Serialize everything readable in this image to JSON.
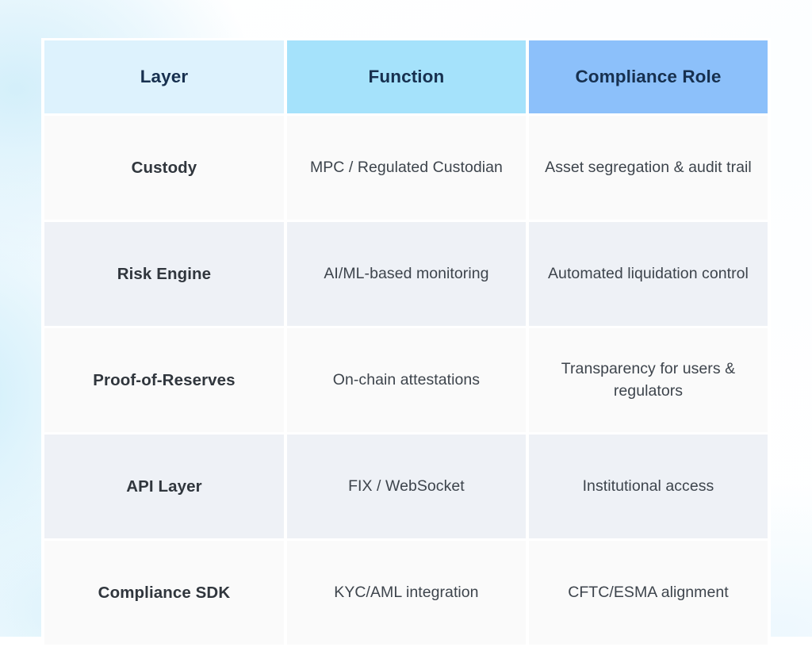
{
  "page": {
    "background_color": "#ffffff",
    "accent_blue_light": "#ddf2fd",
    "accent_blue_mid": "#a5e2fb",
    "accent_blue_strong": "#8cc0fa",
    "row_odd_color": "#fafafa",
    "row_even_color": "#eef1f6",
    "header_text_color": "#17304f",
    "body_text_color": "#3d444c"
  },
  "table": {
    "headers": [
      {
        "label": "Layer",
        "key": "layer"
      },
      {
        "label": "Function",
        "key": "function"
      },
      {
        "label": "Compliance Role",
        "key": "compliance_role"
      }
    ],
    "rows": [
      {
        "layer": "Custody",
        "function": "MPC / Regulated Custodian",
        "compliance_role": "Asset segregation & audit trail"
      },
      {
        "layer": "Risk Engine",
        "function": "AI/ML-based monitoring",
        "compliance_role": "Automated liquidation control"
      },
      {
        "layer": "Proof-of-Reserves",
        "function": "On-chain attestations",
        "compliance_role": "Transparency for users & regulators"
      },
      {
        "layer": "API Layer",
        "function": "FIX / WebSocket",
        "compliance_role": "Institutional access"
      },
      {
        "layer": "Compliance SDK",
        "function": "KYC/AML integration",
        "compliance_role": "CFTC/ESMA alignment"
      }
    ]
  }
}
